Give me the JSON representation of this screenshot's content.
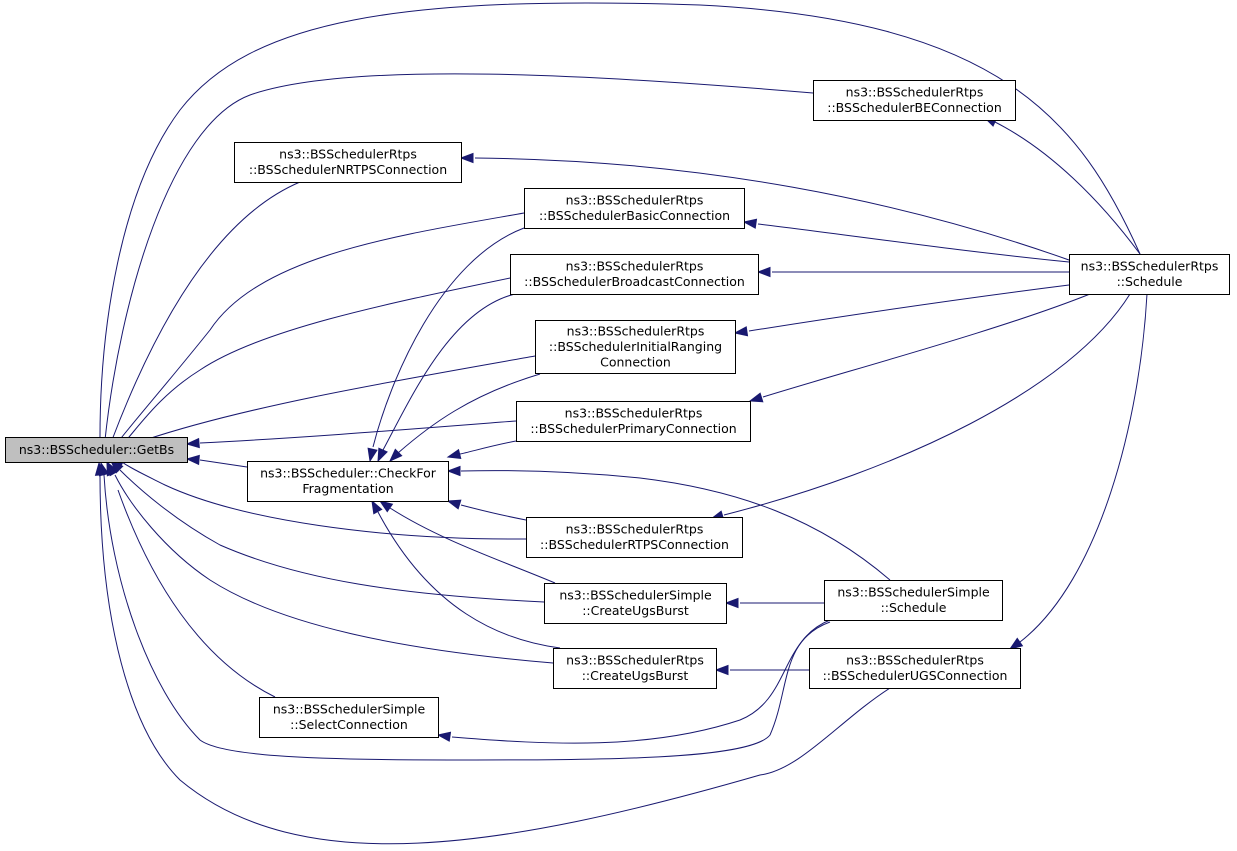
{
  "diagram": {
    "type": "call-graph",
    "colors": {
      "edge": "#191970",
      "root_fill": "#bfbfbf",
      "node_fill": "#ffffff",
      "border": "#000000"
    },
    "nodes": [
      {
        "id": "getbs",
        "lines": [
          "ns3::BSScheduler::GetBs"
        ]
      },
      {
        "id": "checkfrag",
        "lines": [
          "ns3::BSScheduler::CheckFor",
          "Fragmentation"
        ]
      },
      {
        "id": "nrtps",
        "lines": [
          "ns3::BSSchedulerRtps",
          "::BSSchedulerNRTPSConnection"
        ]
      },
      {
        "id": "be",
        "lines": [
          "ns3::BSSchedulerRtps",
          "::BSSchedulerBEConnection"
        ]
      },
      {
        "id": "basic",
        "lines": [
          "ns3::BSSchedulerRtps",
          "::BSSchedulerBasicConnection"
        ]
      },
      {
        "id": "broadcast",
        "lines": [
          "ns3::BSSchedulerRtps",
          "::BSSchedulerBroadcastConnection"
        ]
      },
      {
        "id": "initial",
        "lines": [
          "ns3::BSSchedulerRtps",
          "::BSSchedulerInitialRanging",
          "Connection"
        ]
      },
      {
        "id": "primary",
        "lines": [
          "ns3::BSSchedulerRtps",
          "::BSSchedulerPrimaryConnection"
        ]
      },
      {
        "id": "rtps_conn",
        "lines": [
          "ns3::BSSchedulerRtps",
          "::BSSchedulerRTPSConnection"
        ]
      },
      {
        "id": "simple_ugs",
        "lines": [
          "ns3::BSSchedulerSimple",
          "::CreateUgsBurst"
        ]
      },
      {
        "id": "rtps_ugs",
        "lines": [
          "ns3::BSSchedulerRtps",
          "::CreateUgsBurst"
        ]
      },
      {
        "id": "selectconn",
        "lines": [
          "ns3::BSSchedulerSimple",
          "::SelectConnection"
        ]
      },
      {
        "id": "rtps_schedule",
        "lines": [
          "ns3::BSSchedulerRtps",
          "::Schedule"
        ]
      },
      {
        "id": "simple_schedule",
        "lines": [
          "ns3::BSSchedulerSimple",
          "::Schedule"
        ]
      },
      {
        "id": "ugs_conn",
        "lines": [
          "ns3::BSSchedulerRtps",
          "::BSSchedulerUGSConnection"
        ]
      }
    ],
    "edges": [
      [
        "checkfrag",
        "getbs"
      ],
      [
        "nrtps",
        "getbs"
      ],
      [
        "be",
        "getbs"
      ],
      [
        "basic",
        "getbs"
      ],
      [
        "broadcast",
        "getbs"
      ],
      [
        "initial",
        "getbs"
      ],
      [
        "primary",
        "getbs"
      ],
      [
        "rtps_conn",
        "getbs"
      ],
      [
        "simple_ugs",
        "getbs"
      ],
      [
        "rtps_ugs",
        "getbs"
      ],
      [
        "selectconn",
        "getbs"
      ],
      [
        "rtps_schedule",
        "getbs"
      ],
      [
        "simple_schedule",
        "getbs"
      ],
      [
        "ugs_conn",
        "getbs"
      ],
      [
        "basic",
        "checkfrag"
      ],
      [
        "broadcast",
        "checkfrag"
      ],
      [
        "initial",
        "checkfrag"
      ],
      [
        "primary",
        "checkfrag"
      ],
      [
        "rtps_conn",
        "checkfrag"
      ],
      [
        "simple_ugs",
        "checkfrag"
      ],
      [
        "rtps_ugs",
        "checkfrag"
      ],
      [
        "simple_schedule",
        "checkfrag"
      ],
      [
        "rtps_schedule",
        "be"
      ],
      [
        "rtps_schedule",
        "nrtps"
      ],
      [
        "rtps_schedule",
        "basic"
      ],
      [
        "rtps_schedule",
        "broadcast"
      ],
      [
        "rtps_schedule",
        "initial"
      ],
      [
        "rtps_schedule",
        "primary"
      ],
      [
        "rtps_schedule",
        "rtps_conn"
      ],
      [
        "rtps_schedule",
        "ugs_conn"
      ],
      [
        "simple_schedule",
        "simple_ugs"
      ],
      [
        "simple_schedule",
        "selectconn"
      ],
      [
        "ugs_conn",
        "rtps_ugs"
      ]
    ]
  }
}
